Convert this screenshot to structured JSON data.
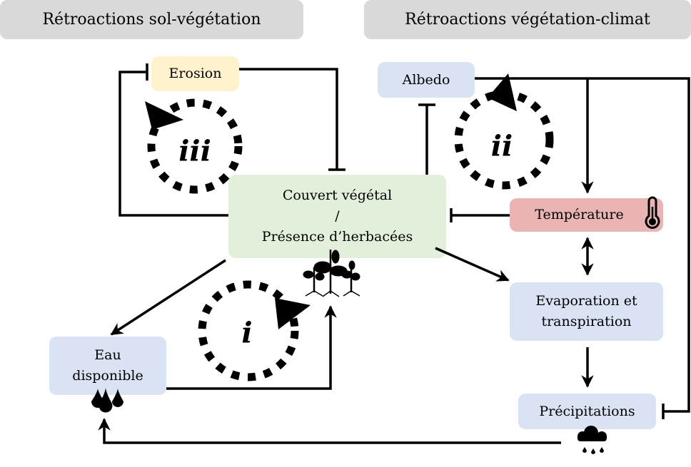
{
  "headers": {
    "soil_vegetation": "Rétroactions sol-végétation",
    "vegetation_climate": "Rétroactions végétation-climat"
  },
  "nodes": {
    "erosion": "Erosion",
    "albedo": "Albedo",
    "couvert_line1": "Couvert végétal",
    "couvert_line2": "/",
    "couvert_line3": "Présence d’herbacées",
    "temperature": "Température",
    "evaporation_line1": "Evaporation et",
    "evaporation_line2": "transpiration",
    "precipitations": "Précipitations",
    "eau_line1": "Eau",
    "eau_line2": "disponible"
  },
  "loops": {
    "i": "i",
    "ii": "ii",
    "iii": "iii"
  },
  "colors": {
    "erosion": "#fff2cc",
    "blue": "#dae3f3",
    "green": "#e2efda",
    "temperature": "#eab4b4",
    "header": "#d9d9d9"
  }
}
